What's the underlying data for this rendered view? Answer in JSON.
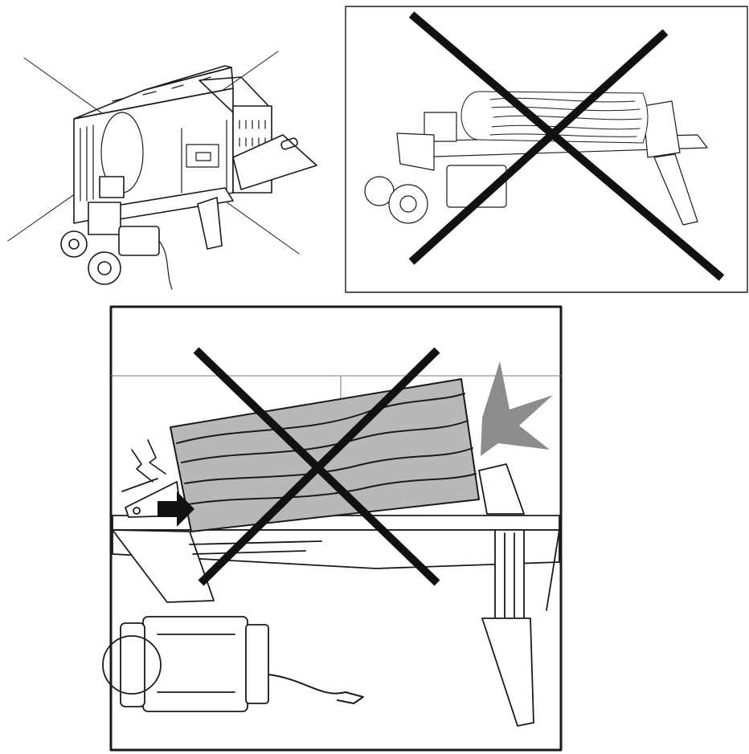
{
  "panels": [
    {
      "id": "guarded-splitter",
      "crossed": false
    },
    {
      "id": "log-on-wrong-position",
      "crossed": true
    },
    {
      "id": "log-jammed-tilted",
      "crossed": true
    }
  ],
  "colors": {
    "line": "#1a1a1a",
    "cross": "#111111",
    "log_fill": "#b8b8b8",
    "arrow_fill": "#8c8c8c",
    "background": "#ffffff"
  },
  "icons": [
    "push-arrow-icon",
    "impact-burst-icon",
    "spark-icon",
    "cross-mark-icon"
  ]
}
